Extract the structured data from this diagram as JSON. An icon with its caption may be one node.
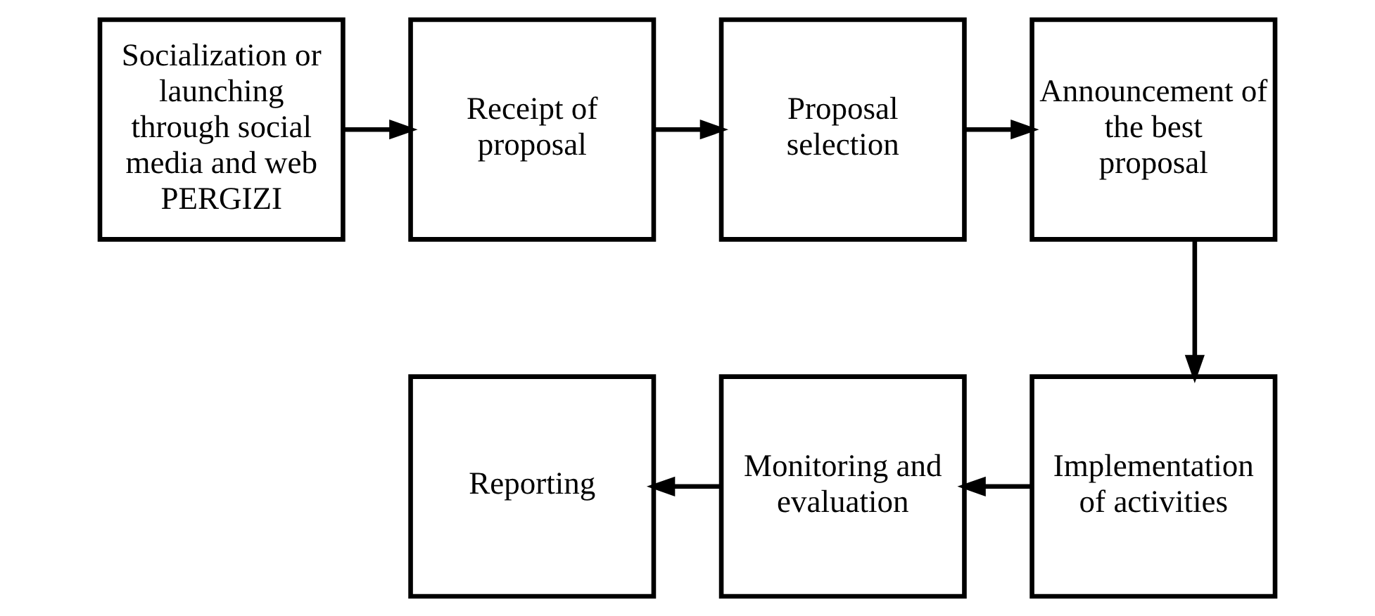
{
  "diagram": {
    "nodes": [
      {
        "text": [
          "Socialization or launching through social media and web PERGIZI"
        ]
      },
      {
        "text": [
          "Receipt of proposal"
        ]
      },
      {
        "text": [
          "Proposal selection"
        ]
      },
      {
        "text": [
          "Announcement of the best proposal"
        ]
      },
      {
        "text": [
          "Implementation of activities"
        ]
      },
      {
        "text": [
          "Monitoring and evaluation"
        ]
      },
      {
        "text": [
          "Reporting"
        ]
      }
    ],
    "edges": [
      {
        "from": 0,
        "to": 1,
        "arrow": "to"
      },
      {
        "from": 1,
        "to": 2,
        "arrow": "to"
      },
      {
        "from": 2,
        "to": 3,
        "arrow": "to"
      },
      {
        "from": 3,
        "to": 4,
        "arrow": "to"
      },
      {
        "from": 4,
        "to": 5,
        "arrow": "to"
      },
      {
        "from": 5,
        "to": 6,
        "arrow": "to"
      }
    ]
  }
}
